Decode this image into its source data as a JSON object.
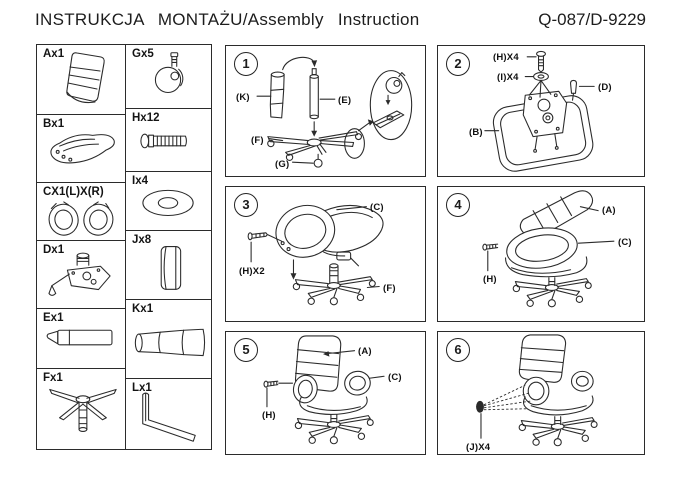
{
  "header": {
    "title": "INSTRUKCJA MONTAŻU/Assembly Instruction",
    "model": "Q-087/D-9229"
  },
  "parts": {
    "column1": [
      "Ax1",
      "Bx1",
      "CX1(L)X(R)",
      "Dx1",
      "Ex1",
      "Fx1"
    ],
    "column2": [
      "Gx5",
      "Hx12",
      "Ix4",
      "Jx8",
      "Kx1",
      "Lx1"
    ]
  },
  "steps": {
    "step1": {
      "number": "1",
      "k": "(K)",
      "e": "(E)",
      "f": "(F)",
      "g": "(G)"
    },
    "step2": {
      "number": "2",
      "h": "(H)X4",
      "i": "(I)X4",
      "d": "(D)",
      "b": "(B)"
    },
    "step3": {
      "number": "3",
      "c": "(C)",
      "h": "(H)X2",
      "f": "(F)"
    },
    "step4": {
      "number": "4",
      "a": "(A)",
      "c": "(C)",
      "h": "(H)"
    },
    "step5": {
      "number": "5",
      "a": "(A)",
      "c": "(C)",
      "h": "(H)"
    },
    "step6": {
      "number": "6",
      "j": "(J)X4"
    }
  }
}
